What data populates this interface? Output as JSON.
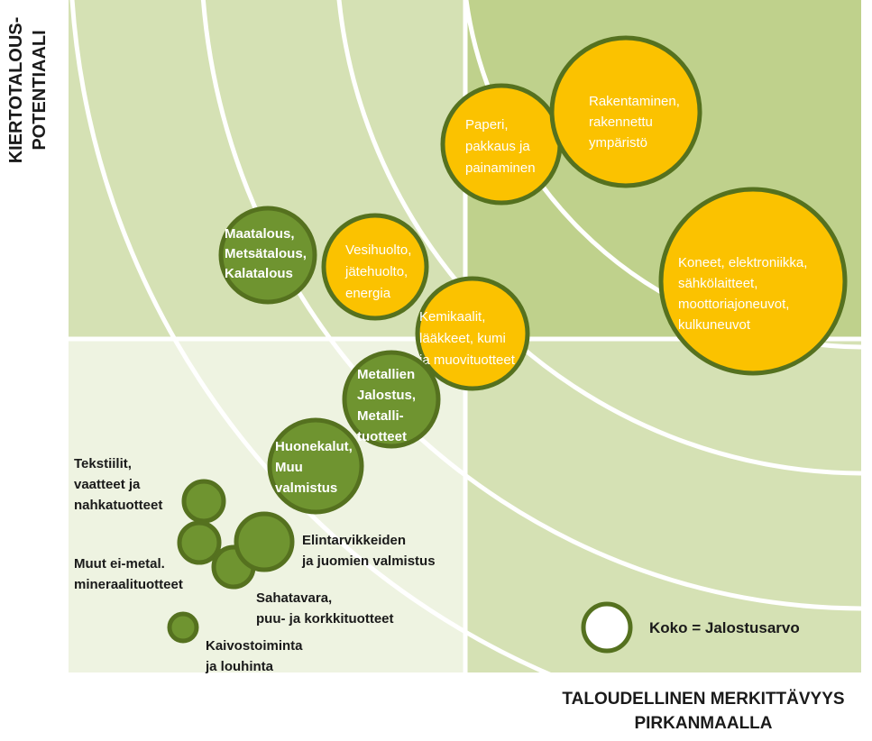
{
  "axes": {
    "y_label_line1": "KIERTOTALOUS-",
    "y_label_line2": "POTENTIAALI",
    "x_label_line1": "TALOUDELLINEN MERKITTÄVYYS",
    "x_label_line2": "PIRKANMAALLA"
  },
  "legend": {
    "label": "Koko = Jalostusarvo"
  },
  "colors": {
    "quadrant_top_left": "#d5e1b4",
    "quadrant_top_right": "#bfd18c",
    "quadrant_bottom_left": "#eef3e1",
    "quadrant_bottom_right": "#d5e1b4",
    "orange_fill": "#fbc200",
    "green_fill": "#6f9430",
    "outline": "#55711f"
  },
  "bubbles": {
    "paperi": {
      "lines": [
        "Paperi,",
        "pakkaus ja",
        "painaminen"
      ]
    },
    "rakentaminen": {
      "lines": [
        "Rakentaminen,",
        "rakennettu",
        "ympäristö"
      ]
    },
    "koneet": {
      "lines": [
        "Koneet, elektroniikka,",
        "sähkölaitteet,",
        "moottoriajoneuvot,",
        "kulkuneuvot"
      ]
    },
    "maatalous": {
      "lines": [
        "Maatalous,",
        "Metsätalous,",
        "Kalatalous"
      ]
    },
    "vesihuolto": {
      "lines": [
        "Vesihuolto,",
        "jätehuolto,",
        "energia"
      ]
    },
    "kemikaalit": {
      "lines": [
        "Kemikaalit,",
        "lääkkeet, kumi",
        "ja muovituotteet"
      ]
    },
    "metallien": {
      "lines": [
        "Metallien",
        "Jalostus,",
        "Metalli-",
        "tuotteet"
      ]
    },
    "huonekalut": {
      "lines": [
        "Huonekalut,",
        "Muu",
        "valmistus"
      ]
    },
    "tekstiilit": {
      "lines": [
        "Tekstiilit,",
        "vaatteet ja",
        "nahkatuotteet"
      ]
    },
    "muut": {
      "lines": [
        "Muut ei-metal.",
        "mineraalituotteet"
      ]
    },
    "elintarvikkeiden": {
      "lines": [
        "Elintarvikkeiden",
        "ja juomien valmistus"
      ]
    },
    "sahatavara": {
      "lines": [
        "Sahatavara,",
        "puu- ja korkkituotteet"
      ]
    },
    "kaivostoiminta": {
      "lines": [
        "Kaivostoiminta",
        "ja louhinta"
      ]
    }
  }
}
